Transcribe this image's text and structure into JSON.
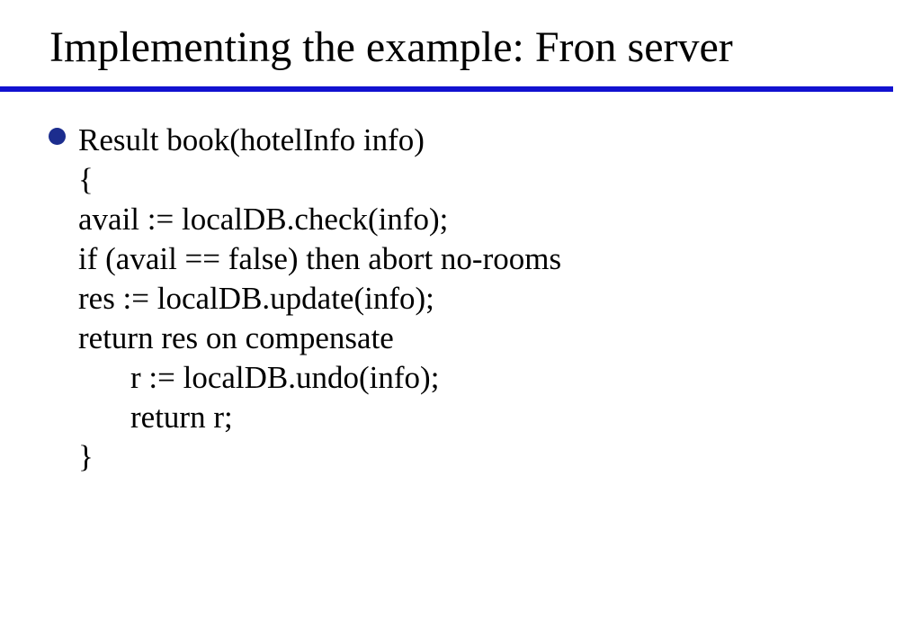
{
  "slide": {
    "title": "Implementing the example: Fron server",
    "accent_color": "#1212d0",
    "bullet_color": "#1c2d8e",
    "content": {
      "bullet_label": "Result book(hotelInfo info)",
      "code_lines": [
        {
          "text": "{",
          "indent": 0
        },
        {
          "text": "avail := localDB.check(info);",
          "indent": 0
        },
        {
          "text": "if (avail == false) then abort no-rooms",
          "indent": 0
        },
        {
          "text": "res := localDB.update(info);",
          "indent": 0
        },
        {
          "text": "return res on compensate",
          "indent": 0
        },
        {
          "text": "r := localDB.undo(info);",
          "indent": 1
        },
        {
          "text": "return r;",
          "indent": 1
        },
        {
          "text": "}",
          "indent": 0
        }
      ]
    }
  }
}
